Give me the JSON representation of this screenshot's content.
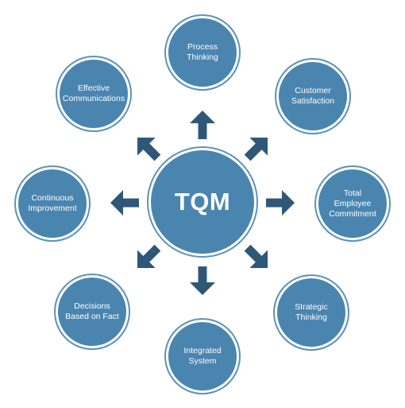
{
  "diagram": {
    "center": "TQM",
    "nodes": [
      {
        "id": "process-thinking",
        "label": "Process\nThinking"
      },
      {
        "id": "customer-satisfaction",
        "label": "Customer\nSatisfaction"
      },
      {
        "id": "total-employee-commitment",
        "label": "Total\nEmployee\nCommitment"
      },
      {
        "id": "strategic-thinking",
        "label": "Strategic\nThinking"
      },
      {
        "id": "integrated-system",
        "label": "Integrated\nSystem"
      },
      {
        "id": "decisions-based-on-fact",
        "label": "Decisions\nBased on Fact"
      },
      {
        "id": "continuous-improvement",
        "label": "Continuous\nImprovement"
      },
      {
        "id": "effective-communications",
        "label": "Effective\nCommunications"
      }
    ]
  },
  "colors": {
    "node_fill": "#4a85b0",
    "center_fill": "#4a85b0",
    "arrow": "#2f5878",
    "ring": "#5b93b8"
  }
}
